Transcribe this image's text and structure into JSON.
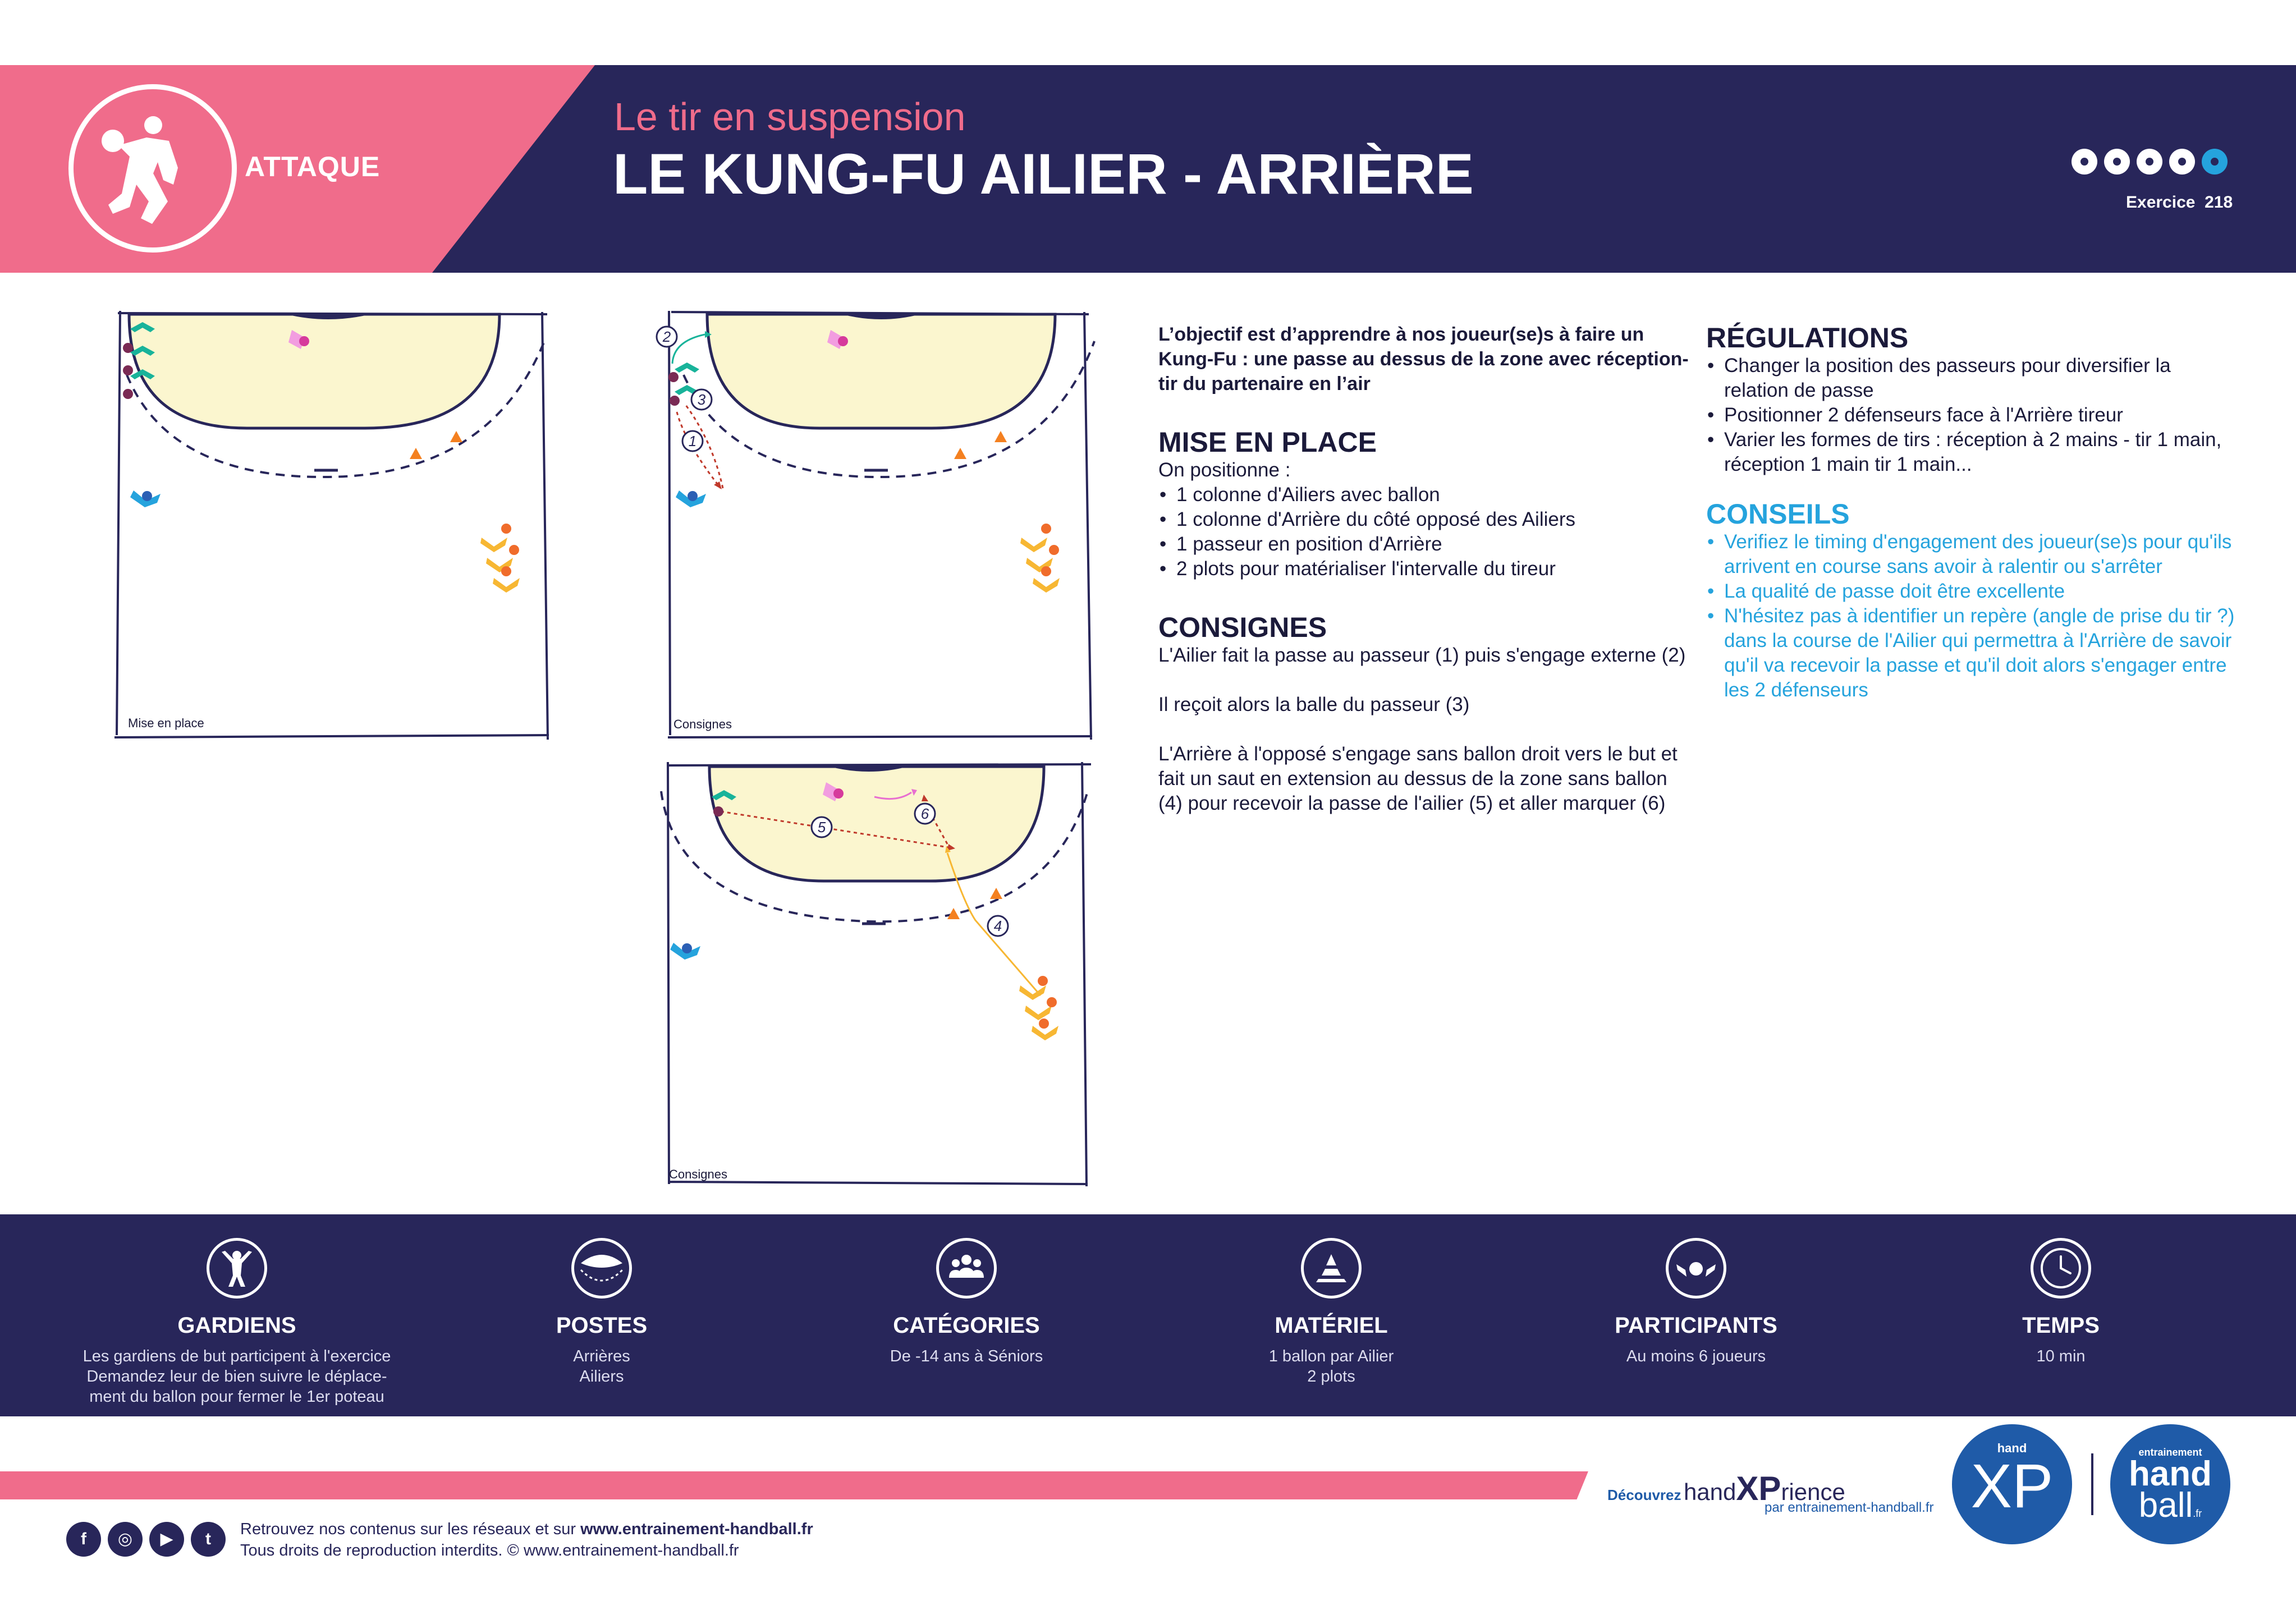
{
  "header": {
    "category": "ATTAQUE",
    "subtitle": "Le tir en suspension",
    "title": "LE KUNG-FU AILIER - ARRIÈRE",
    "exercise_label": "Exercice",
    "exercise_number": "218",
    "difficulty_filled": 4,
    "difficulty_total": 5
  },
  "courts": {
    "court1_label": "Mise en place",
    "court2_label": "Consignes",
    "court3_label": "Consignes",
    "markers": [
      "1",
      "2",
      "3",
      "4",
      "5",
      "6"
    ]
  },
  "intro": "L’objectif est d’apprendre à nos joueur(se)s à faire un Kung-Fu : une passe au dessus de la zone avec réception-tir du partenaire en l’air",
  "mise_en_place": {
    "heading": "MISE EN PLACE",
    "lead": "On positionne :",
    "items": [
      "1 colonne d'Ailiers avec ballon",
      "1 colonne d'Arrière du côté opposé des Ailiers",
      "1 passeur en position d'Arrière",
      "2 plots pour matérialiser l'intervalle du tireur"
    ]
  },
  "consignes": {
    "heading": "CONSIGNES",
    "p1": "L'Ailier fait la passe au passeur (1) puis s'engage externe (2)",
    "p2": "Il reçoit alors la balle du passeur (3)",
    "p3": "L'Arrière à l'opposé s'engage sans ballon droit vers le but et fait un saut en extension au dessus de la zone sans ballon (4) pour recevoir la passe de l'ailier (5) et aller marquer (6)"
  },
  "regulations": {
    "heading": "RÉGULATIONS",
    "items": [
      "Changer la position des passeurs pour diversifier la relation de passe",
      "Positionner 2 défenseurs face à l'Arrière tireur",
      "Varier les formes de tirs : réception à 2 mains - tir 1 main, réception 1 main tir 1 main..."
    ]
  },
  "conseils": {
    "heading": "CONSEILS",
    "items": [
      "Verifiez le timing d'engagement des joueur(se)s pour qu'ils arrivent en course sans avoir à ralentir ou s'arrêter",
      "La qualité de passe doit être excellente",
      "N'hésitez pas à identifier un repère (angle de prise du tir ?) dans la course de l'Ailier qui permettra à l'Arrière de savoir qu'il va recevoir la passe et qu'il doit alors s'engager entre les 2 défenseurs"
    ]
  },
  "footer": {
    "categories": [
      {
        "label": "GARDIENS",
        "text": "Les gardiens de but participent à l'exercice\nDemandez leur de bien suivre le déplace-\nment du ballon pour fermer le 1er poteau",
        "icon": "goalkeeper-icon"
      },
      {
        "label": "POSTES",
        "text": "Arrières\nAiliers",
        "icon": "positions-icon"
      },
      {
        "label": "CATÉGORIES",
        "text": "De -14 ans à Séniors",
        "icon": "group-icon"
      },
      {
        "label": "MATÉRIEL",
        "text": "1 ballon par Ailier\n2 plots",
        "icon": "cone-icon"
      },
      {
        "label": "PARTICIPANTS",
        "text": "Au moins 6 joueurs",
        "icon": "players-icon"
      },
      {
        "label": "TEMPS",
        "text": "10 min",
        "icon": "clock-icon"
      }
    ],
    "social_line": "Retrouvez nos contenus sur les réseaux et sur",
    "site": "www.entrainement-handball.fr",
    "rights": "Tous droits de reproduction interdits. © www.entrainement-handball.fr",
    "social_icons": [
      "f",
      "◎",
      "▶",
      "t"
    ],
    "discover": "Découvrez",
    "handx": "hand",
    "xp_word": "XP",
    "rience": "rience",
    "par": "par entrainement-handball.fr",
    "badge_hand_small": "hand",
    "badge_xp": "XP",
    "badge2_top": "entrainement",
    "badge2_hand": "hand",
    "badge2_ball": "ball",
    "badge2_fr": ".fr"
  },
  "colors": {
    "navy": "#28265a",
    "pink": "#f06c8b",
    "blue": "#25a3dd",
    "zone": "#fbf6cf"
  }
}
